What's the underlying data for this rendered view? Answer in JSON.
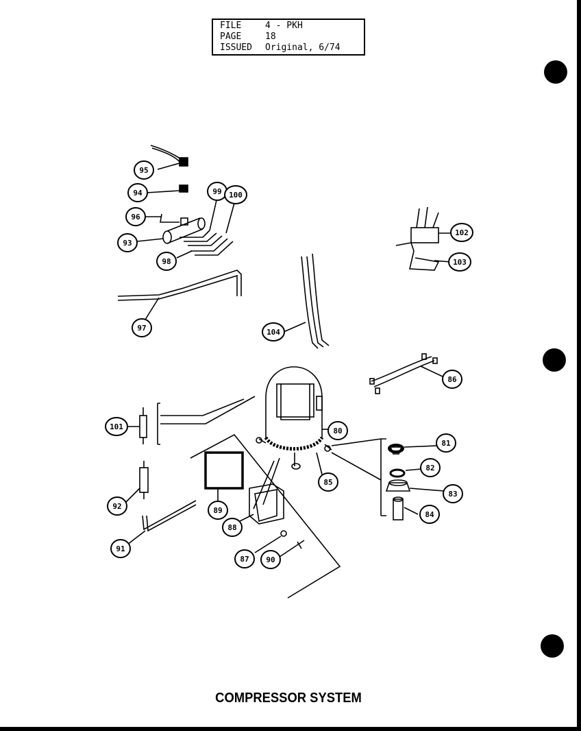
{
  "header": {
    "rows": [
      {
        "key": "FILE",
        "value": "4 - PKH"
      },
      {
        "key": "PAGE",
        "value": "18"
      },
      {
        "key": "ISSUED",
        "value": "Original, 6/74"
      }
    ]
  },
  "callouts": [
    "95",
    "94",
    "99",
    "100",
    "96",
    "93",
    "98",
    "97",
    "102",
    "103",
    "104",
    "86",
    "101",
    "80",
    "81",
    "82",
    "85",
    "83",
    "84",
    "92",
    "89",
    "88",
    "91",
    "87",
    "90"
  ],
  "caption": "COMPRESSOR SYSTEM"
}
